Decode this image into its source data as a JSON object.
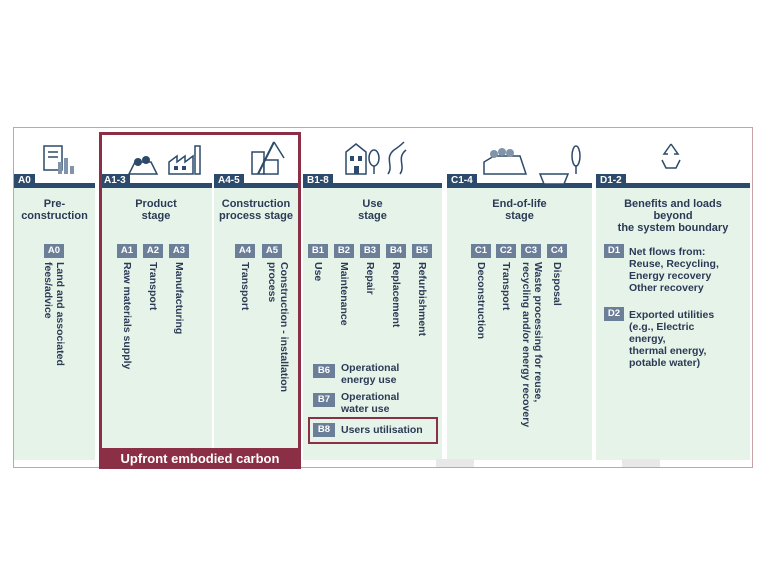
{
  "stages": [
    {
      "code": "A0",
      "title": "Pre-\nconstruction",
      "modules": [
        {
          "tag": "A0",
          "text": "Land and associated\nfees/advice"
        }
      ]
    },
    {
      "code": "A1-3",
      "title": "Product\nstage",
      "modules": [
        {
          "tag": "A1",
          "text": "Raw materials supply"
        },
        {
          "tag": "A2",
          "text": "Transport"
        },
        {
          "tag": "A3",
          "text": "Manufacturing"
        }
      ]
    },
    {
      "code": "A4-5",
      "title": "Construction\nprocess stage",
      "modules": [
        {
          "tag": "A4",
          "text": "Transport"
        },
        {
          "tag": "A5",
          "text": "Construction - installation process"
        }
      ]
    },
    {
      "code": "B1-8",
      "title": "Use\nstage",
      "modules": [
        {
          "tag": "B1",
          "text": "Use"
        },
        {
          "tag": "B2",
          "text": "Maintenance"
        },
        {
          "tag": "B3",
          "text": "Repair"
        },
        {
          "tag": "B4",
          "text": "Replacement"
        },
        {
          "tag": "B5",
          "text": "Refurbishment"
        },
        {
          "tag": "B6",
          "text": "Operational\nenergy use"
        },
        {
          "tag": "B7",
          "text": "Operational\nwater use"
        },
        {
          "tag": "B8",
          "text": "Users utilisation"
        }
      ]
    },
    {
      "code": "C1-4",
      "title": "End-of-life\nstage",
      "modules": [
        {
          "tag": "C1",
          "text": "Deconstruction"
        },
        {
          "tag": "C2",
          "text": "Transport"
        },
        {
          "tag": "C3",
          "text": "Waste processing for reuse,\nrecycling and/or energy recovery"
        },
        {
          "tag": "C4",
          "text": "Disposal"
        }
      ]
    },
    {
      "code": "D1-2",
      "title": "Benefits and loads\nbeyond\nthe system boundary",
      "modules": [
        {
          "tag": "D1",
          "text": "Net flows from:\nReuse, Recycling,\nEnergy recovery\nOther recovery"
        },
        {
          "tag": "D2",
          "text": "Exported utilities\n(e.g., Electric\nenergy,\nthermal energy,\npotable water)"
        }
      ]
    }
  ],
  "upfront_label": "Upfront embodied carbon",
  "colors": {
    "band": "#2c4a6b",
    "column": "#e6f3e9",
    "highlight": "#8a2f45",
    "tag": "#6b7f99"
  },
  "icons": [
    "document-chart-icon",
    "factory-icon",
    "crane-icon",
    "building-tree-road-icon",
    "truck-skip-icon",
    "recycle-icon"
  ]
}
